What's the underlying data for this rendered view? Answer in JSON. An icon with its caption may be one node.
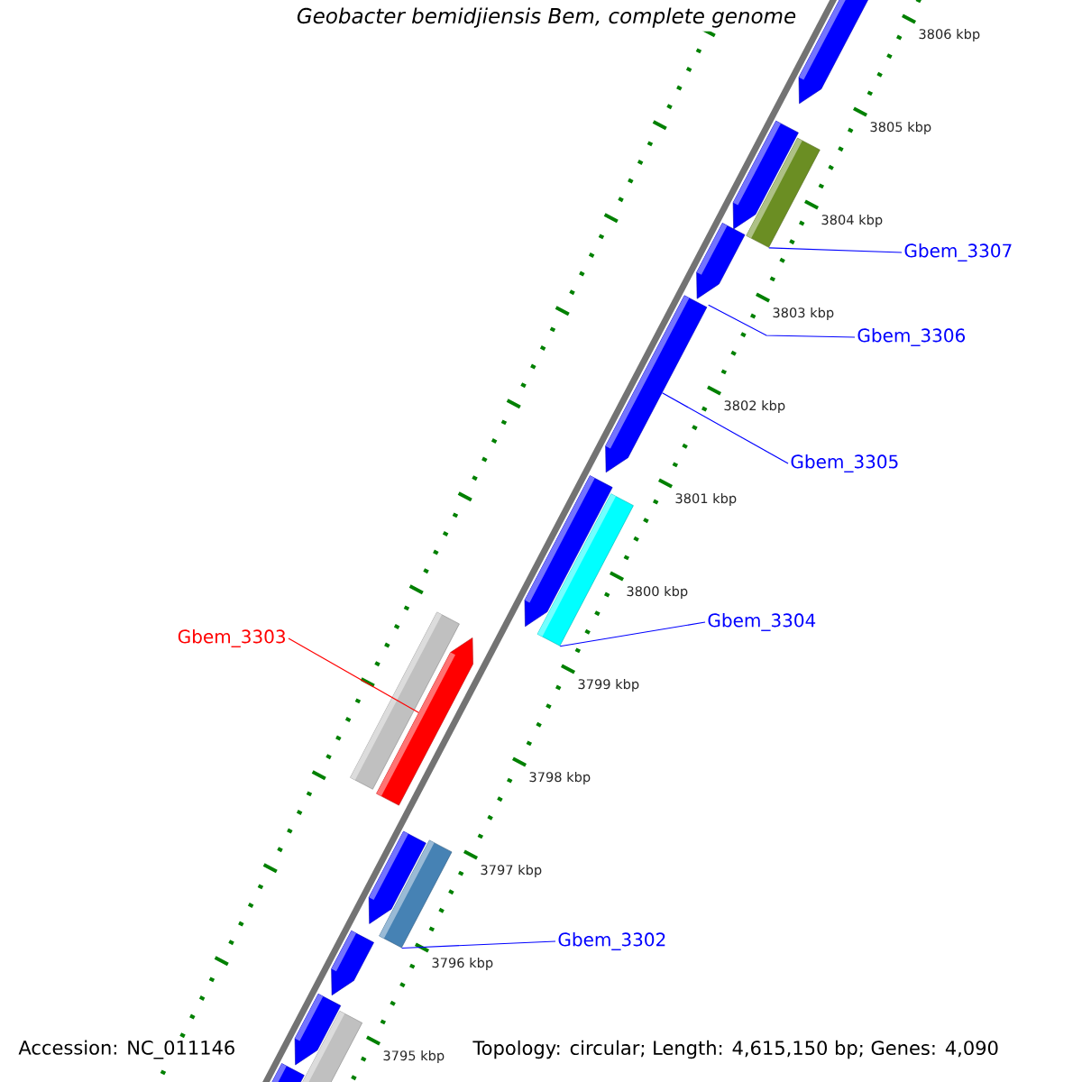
{
  "diagram": {
    "title": "Geobacter bemidjiensis Bem, complete genome",
    "nodes": [
      {
        "text": [
          "Gbem_3307"
        ]
      },
      {
        "text": [],
        "shape": "bar"
      },
      {
        "text": [
          "Gbem_3306"
        ]
      },
      {
        "text": [],
        "shape": "bar"
      },
      {
        "text": [
          "Gbem_3305"
        ]
      },
      {
        "text": [],
        "shape": "bar"
      },
      {
        "text": [
          "Gbem_3304"
        ]
      },
      {
        "text": [],
        "shape": "bar"
      },
      {
        "text": [
          "Gbem_3303"
        ]
      },
      {
        "text": [],
        "shape": "bar"
      },
      {
        "text": [
          "Gbem_3302"
        ]
      },
      {
        "text": [],
        "shape": "bar"
      },
      {
        "text": [],
        "shape": "bar"
      },
      {
        "text": [],
        "shape": "bar"
      },
      {
        "text": [],
        "shape": "bar"
      },
      {
        "text": [],
        "shape": "bar"
      },
      {
        "text": [],
        "shape": "bar"
      },
      {
        "text": [],
        "shape": "bar"
      },
      {
        "text": [],
        "shape": "bar"
      },
      {
        "text": [],
        "shape": "bar"
      },
      {
        "text": [],
        "shape": "bar"
      }
    ],
    "edges": [
      {
        "from": 0,
        "to": 1,
        "arrow": "none"
      },
      {
        "from": 2,
        "to": 3,
        "arrow": "none"
      },
      {
        "from": 4,
        "to": 5,
        "arrow": "none"
      },
      {
        "from": 6,
        "to": 7,
        "arrow": "none"
      },
      {
        "from": 8,
        "to": 9,
        "arrow": "none",
        "color": "#ff0000"
      },
      {
        "from": 10,
        "to": 11,
        "arrow": "none"
      }
    ],
    "labels": [
      "3806 kbp",
      "3805 kbp",
      "3804 kbp",
      "3803 kbp",
      "3802 kbp",
      "3801 kbp",
      "3800 kbp",
      "3799 kbp",
      "3798 kbp",
      "3797 kbp",
      "3796 kbp",
      "3795 kbp",
      "Accession: NC_011146",
      "Topology: circular; Length: 4,615,150 bp; Genes: 4,090"
    ]
  }
}
